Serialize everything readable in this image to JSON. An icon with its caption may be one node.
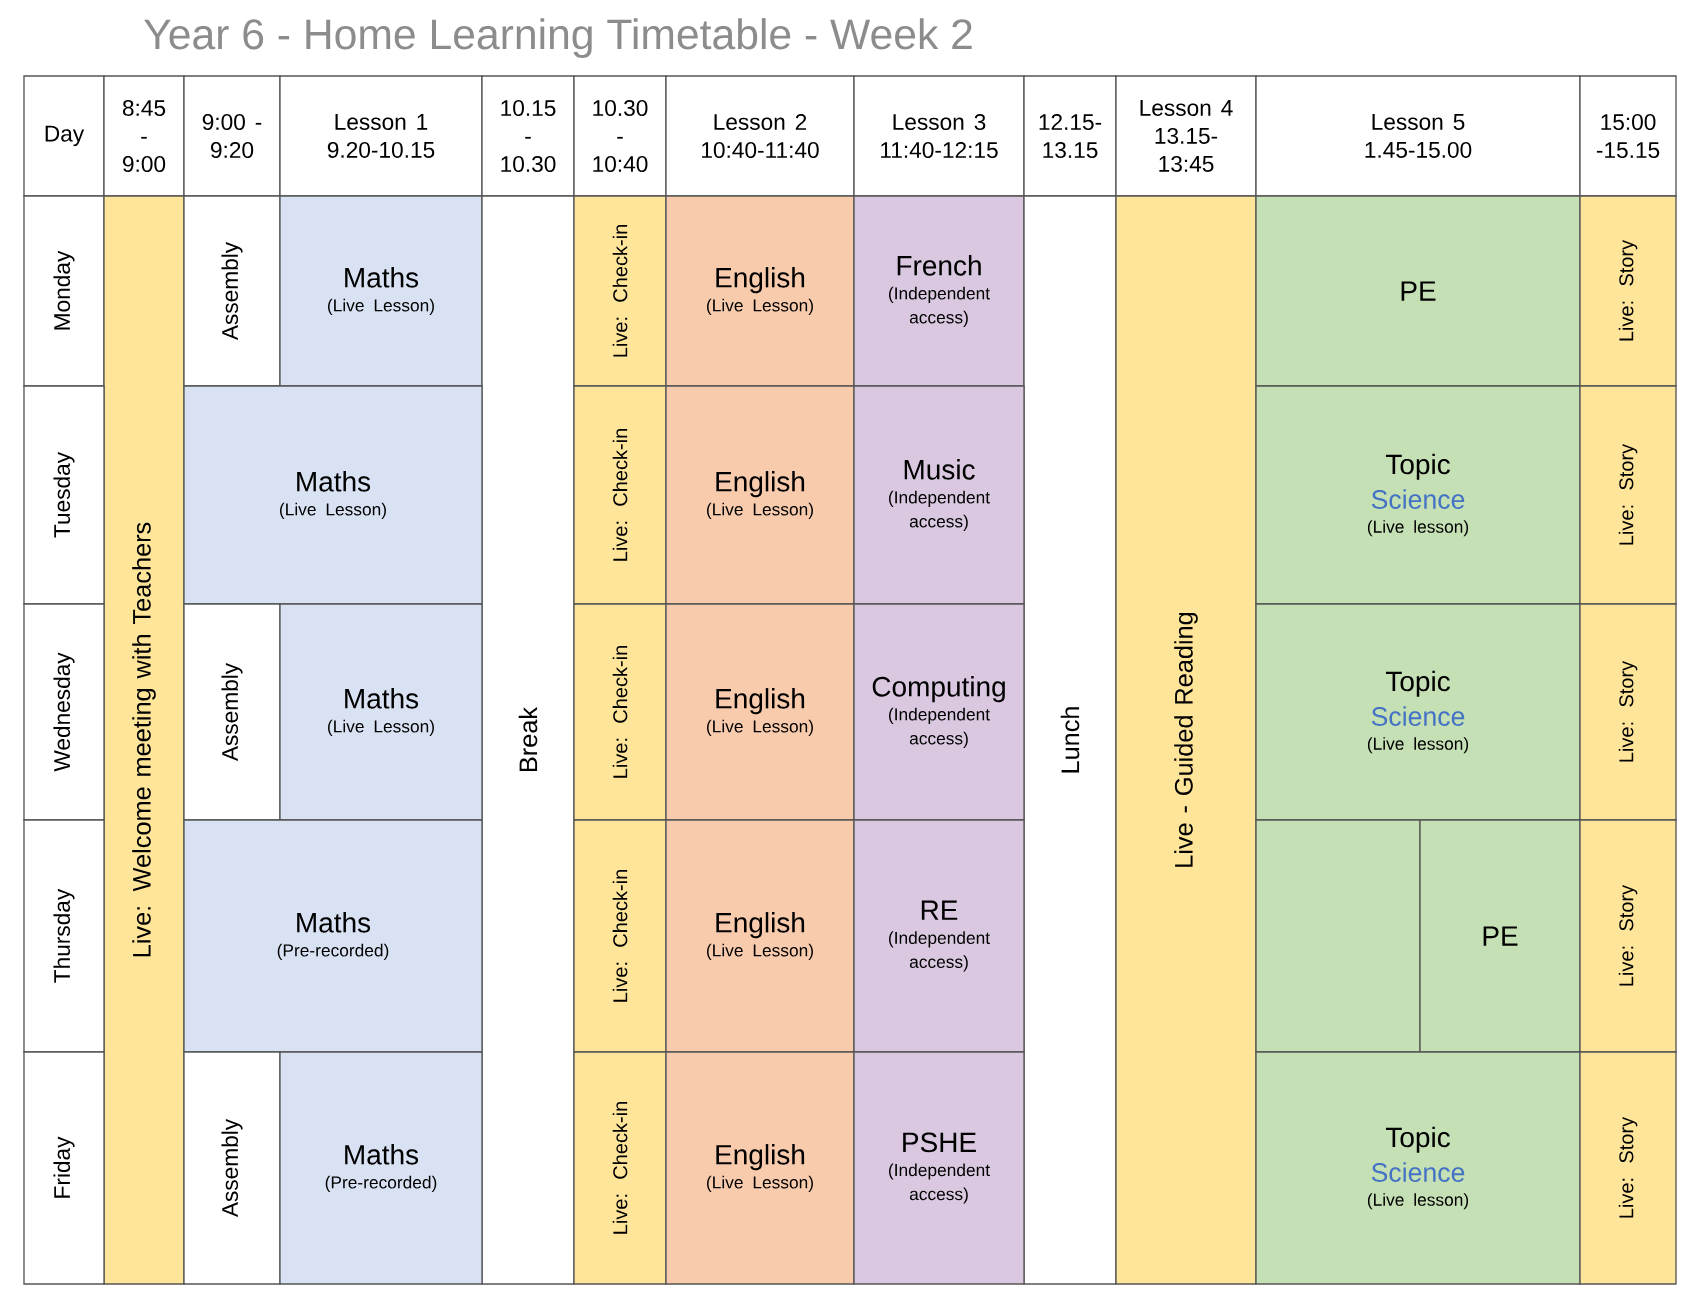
{
  "diagram": {
    "title": "Year 6 - Home Learning Timetable - Week 2",
    "nodes": [
      {
        "text": [
          "Day"
        ]
      },
      {
        "text": [
          "8:45 - 9:00"
        ]
      },
      {
        "text": [
          "9:00 - 9:20"
        ]
      },
      {
        "text": [
          "Lesson 1",
          "9.20-10.15"
        ]
      },
      {
        "text": [
          "10.15 - 10.30"
        ]
      },
      {
        "text": [
          "10.30 - 10:40"
        ]
      },
      {
        "text": [
          "Lesson 2",
          "10:40-11:40"
        ]
      },
      {
        "text": [
          "Lesson 3",
          "11:40-12:15"
        ]
      },
      {
        "text": [
          "12.15- 13.15"
        ]
      },
      {
        "text": [
          "Lesson 4",
          "13.15- 13:45"
        ]
      },
      {
        "text": [
          "Lesson 5",
          "1.45-15.00"
        ]
      },
      {
        "text": [
          "15:00 -15.15"
        ]
      },
      {
        "text": [
          "Monday"
        ]
      },
      {
        "text": [
          "Live: Welcome meeting with Teachers"
        ]
      },
      {
        "text": [
          "Assembly"
        ]
      },
      {
        "text": [
          "Maths",
          "(Live Lesson)"
        ]
      },
      {
        "text": [
          "Break"
        ]
      },
      {
        "text": [
          "Live: Check-in"
        ]
      },
      {
        "text": [
          "English",
          "(Live Lesson)"
        ]
      },
      {
        "text": [
          "French",
          "(Independent access)"
        ]
      },
      {
        "text": [
          "Lunch"
        ]
      },
      {
        "text": [
          "Live - Guided Reading"
        ]
      },
      {
        "text": [
          "PE"
        ]
      },
      {
        "text": [
          "Live: Story"
        ]
      },
      {
        "text": [
          "Tuesday"
        ]
      },
      {
        "text": [
          "Maths",
          "(Live Lesson)"
        ]
      },
      {
        "text": [
          "Live: Check-in"
        ]
      },
      {
        "text": [
          "English",
          "(Live Lesson)"
        ]
      },
      {
        "text": [
          "Music",
          "(Independent access)"
        ]
      },
      {
        "text": [
          "Topic",
          "Science",
          "(Live lesson)"
        ]
      },
      {
        "text": [
          "Live: Story"
        ]
      },
      {
        "text": [
          "Wednesday"
        ]
      },
      {
        "text": [
          "Assembly"
        ]
      },
      {
        "text": [
          "Maths",
          "(Live Lesson)"
        ]
      },
      {
        "text": [
          "Live: Check-in"
        ]
      },
      {
        "text": [
          "English",
          "(Live Lesson)"
        ]
      },
      {
        "text": [
          "Computing",
          "(Independent access)"
        ]
      },
      {
        "text": [
          "Topic",
          "Science",
          "(Live lesson)"
        ]
      },
      {
        "text": [
          "Live: Story"
        ]
      },
      {
        "text": [
          "Thursday"
        ]
      },
      {
        "text": [
          "Maths",
          "(Pre-recorded)"
        ]
      },
      {
        "text": [
          "Live: Check-in"
        ]
      },
      {
        "text": [
          "English",
          "(Live Lesson)"
        ]
      },
      {
        "text": [
          "RE",
          "(Independent access)"
        ]
      },
      {
        "text": [],
        "shape": "box"
      },
      {
        "text": [
          "PE"
        ]
      },
      {
        "text": [
          "Live: Story"
        ]
      },
      {
        "text": [
          "Friday"
        ]
      },
      {
        "text": [
          "Assembly"
        ]
      },
      {
        "text": [
          "Maths",
          "(Pre-recorded)"
        ]
      },
      {
        "text": [
          "Live: Check-in"
        ]
      },
      {
        "text": [
          "English",
          "(Live Lesson)"
        ]
      },
      {
        "text": [
          "PSHE",
          "(Independent access)"
        ]
      },
      {
        "text": [
          "Topic",
          "Science",
          "(Live lesson)"
        ]
      },
      {
        "text": [
          "Live: Story"
        ]
      }
    ]
  }
}
